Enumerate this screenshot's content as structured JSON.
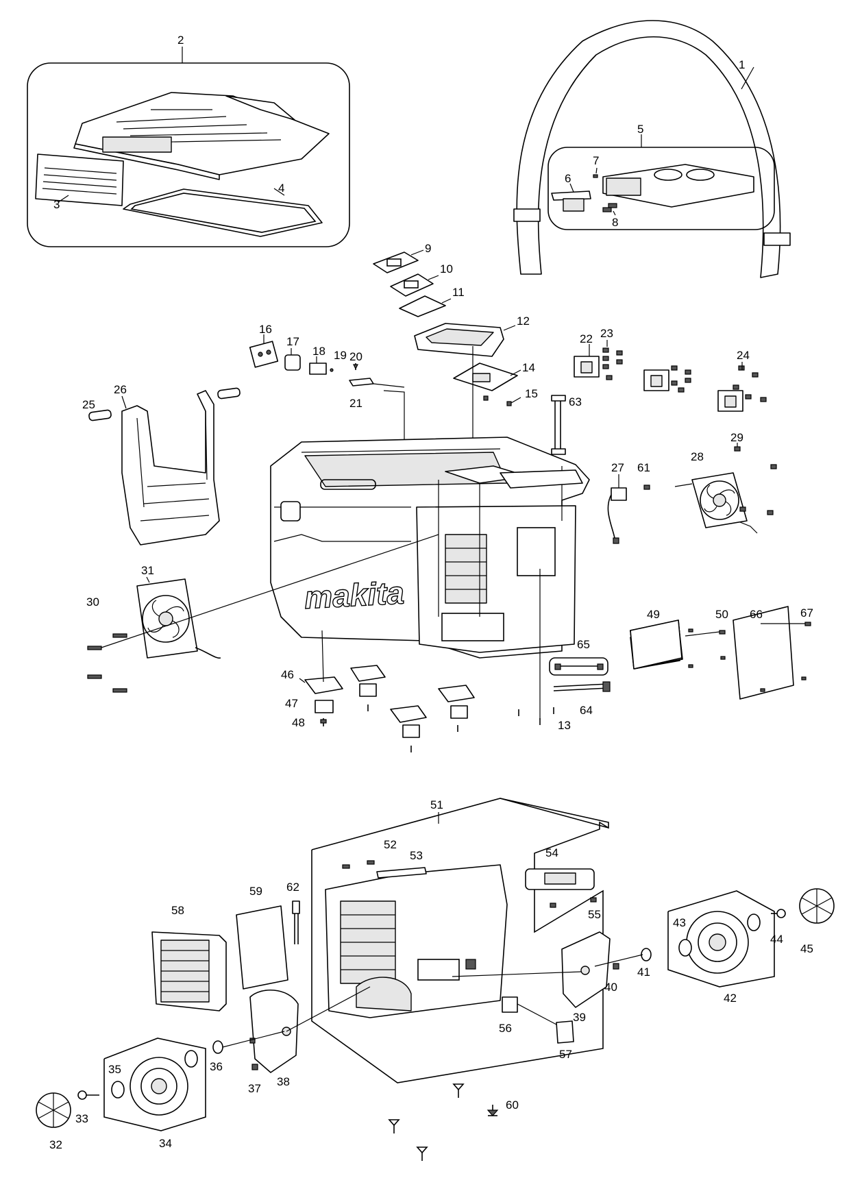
{
  "brand": "makita",
  "callouts": {
    "c1": "1",
    "c2": "2",
    "c3": "3",
    "c4": "4",
    "c5": "5",
    "c6": "6",
    "c7": "7",
    "c8": "8",
    "c9": "9",
    "c10": "10",
    "c11": "11",
    "c12": "12",
    "c13": "13",
    "c14": "14",
    "c15": "15",
    "c16": "16",
    "c17": "17",
    "c18": "18",
    "c19": "19",
    "c20": "20",
    "c21": "21",
    "c22": "22",
    "c23": "23",
    "c24": "24",
    "c25": "25",
    "c26": "26",
    "c27": "27",
    "c28": "28",
    "c29": "29",
    "c30": "30",
    "c31": "31",
    "c32": "32",
    "c33": "33",
    "c34": "34",
    "c35": "35",
    "c36": "36",
    "c37": "37",
    "c38": "38",
    "c39": "39",
    "c40": "40",
    "c41": "41",
    "c42": "42",
    "c43": "43",
    "c44": "44",
    "c45": "45",
    "c46": "46",
    "c47": "47",
    "c48": "48",
    "c49": "49",
    "c50": "50",
    "c51": "51",
    "c52": "52",
    "c53": "53",
    "c54": "54",
    "c55": "55",
    "c56": "56",
    "c57": "57",
    "c58": "58",
    "c59": "59",
    "c60": "60",
    "c61": "61",
    "c62": "62",
    "c63": "63",
    "c64": "64",
    "c65": "65",
    "c66": "66",
    "c67": "67"
  }
}
